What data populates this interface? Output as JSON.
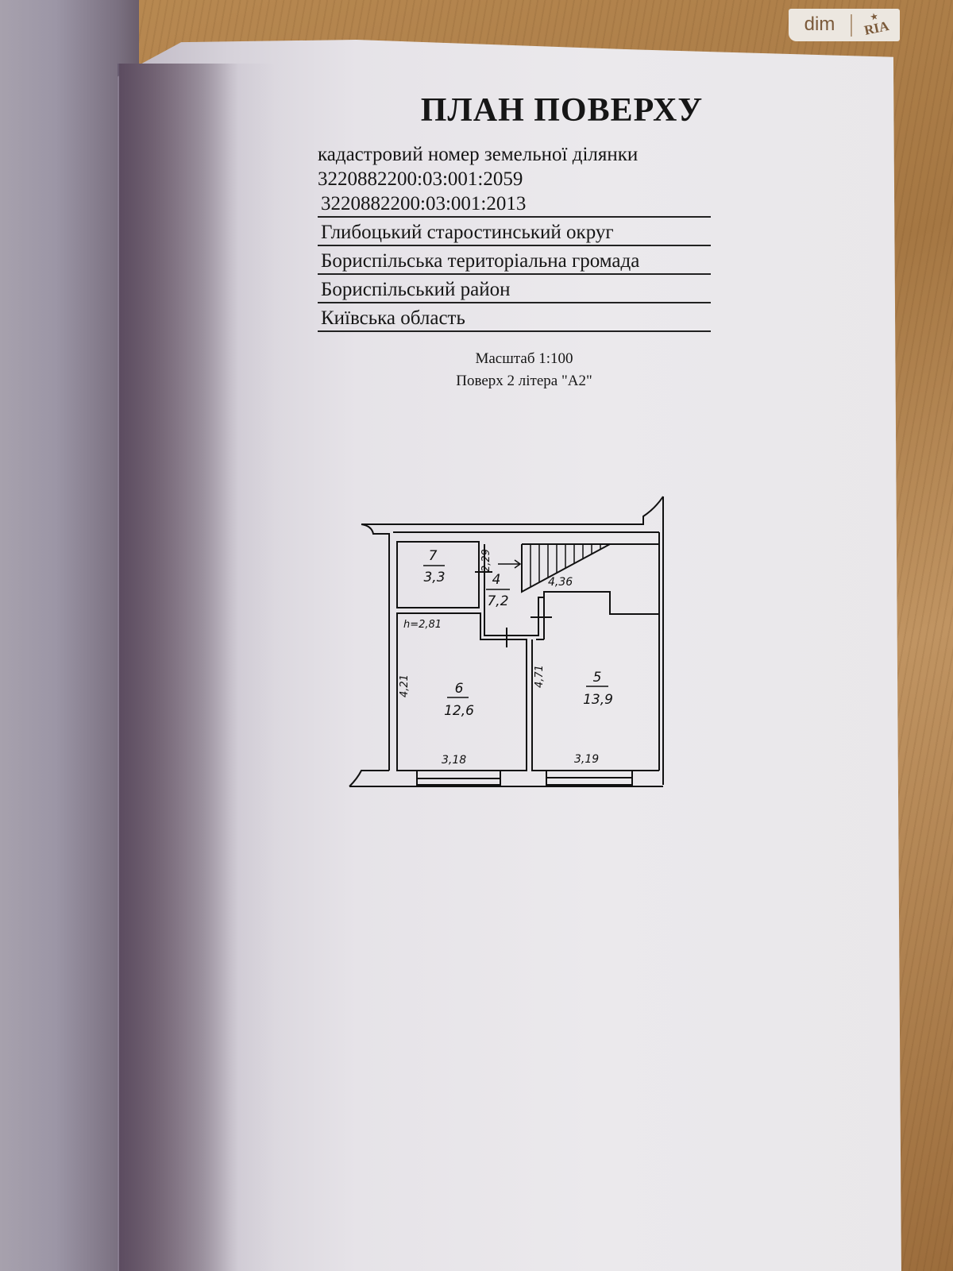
{
  "watermark": {
    "brand_left": "dim",
    "brand_right": "RIA",
    "star_icon": "star-icon"
  },
  "document": {
    "title": "ПЛАН ПОВЕРХУ",
    "cadastral_label": "кадастровий номер земельної ділянки",
    "cadastral_numbers": [
      "3220882200:03:001:2059",
      "3220882200:03:001:2013"
    ],
    "address_lines": [
      "Глибоцький старостинський округ",
      "Бориспільська територіальна громада",
      "Бориспільський район",
      "Київська область"
    ],
    "scale": "Масштаб 1:100",
    "floor": "Поверх 2  літера \"А2\""
  },
  "floor_plan": {
    "ceiling_height": "h=2,81",
    "rooms": [
      {
        "number": "7",
        "area": "3,3"
      },
      {
        "number": "4",
        "area": "7,2"
      },
      {
        "number": "6",
        "area": "12,6"
      },
      {
        "number": "5",
        "area": "13,9"
      }
    ],
    "dimensions": {
      "corridor_width": "2,29",
      "stair_length": "4,36",
      "room6_depth": "4,21",
      "room5_depth": "4,71",
      "room6_width": "3,18",
      "room5_width": "3,19"
    }
  },
  "colors": {
    "ink": "#161616",
    "paper": "#e9e7ea",
    "wood": "#a57743",
    "logo_brown": "#7b5a3a"
  }
}
